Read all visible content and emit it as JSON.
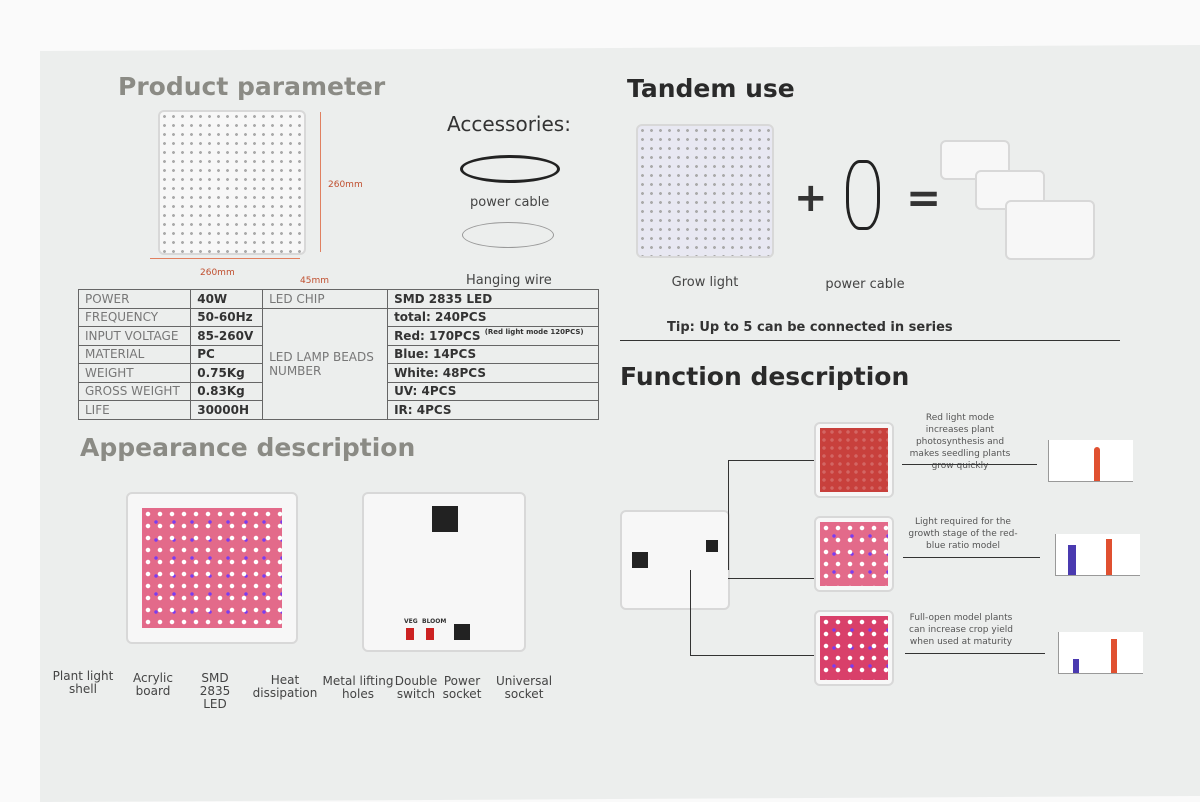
{
  "product": {
    "title": "Product parameter",
    "dim_height": "260mm",
    "dim_width": "260mm",
    "dim_depth": "45mm"
  },
  "accessories": {
    "title": "Accessories:",
    "power_cable": "power cable",
    "hanging_wire": "Hanging wire"
  },
  "specs": {
    "rows": [
      [
        "POWER",
        "40W"
      ],
      [
        "FREQUENCY",
        "50-60Hz"
      ],
      [
        "INPUT VOLTAGE",
        "85-260V"
      ],
      [
        "MATERIAL",
        "PC"
      ],
      [
        "WEIGHT",
        "0.75Kg"
      ],
      [
        "GROSS WEIGHT",
        "0.83Kg"
      ],
      [
        "LIFE",
        "30000H"
      ]
    ],
    "led_chip_label": "LED CHIP",
    "led_chip_value": "SMD 2835 LED",
    "beads_label": "LED LAMP BEADS NUMBER",
    "beads": [
      "total: 240PCS",
      "Red: 170PCS",
      "Blue: 14PCS",
      "White: 48PCS",
      "UV: 4PCS",
      "IR: 4PCS"
    ],
    "red_note": "(Red light mode 120PCS)"
  },
  "appearance": {
    "title": "Appearance description",
    "labels": [
      "Plant light shell",
      "Acrylic board",
      "SMD 2835 LED",
      "Heat dissipation",
      "Metal lifting holes",
      "Double switch",
      "Power socket",
      "Universal socket"
    ],
    "switch_veg": "VEG",
    "switch_bloom": "BLOOM"
  },
  "tandem": {
    "title": "Tandem use",
    "grow_light": "Grow light",
    "power_cable": "power cable",
    "plus": "+",
    "equals": "=",
    "tip": "Tip: Up to 5 can be connected in series"
  },
  "function": {
    "title": "Function description",
    "modes": [
      "Red light mode increases plant photosynthesis and makes seedling plants grow quickly",
      "Light required for the growth stage of the red-blue ratio model",
      "Full-open model plants can increase crop yield when used at maturity"
    ]
  }
}
